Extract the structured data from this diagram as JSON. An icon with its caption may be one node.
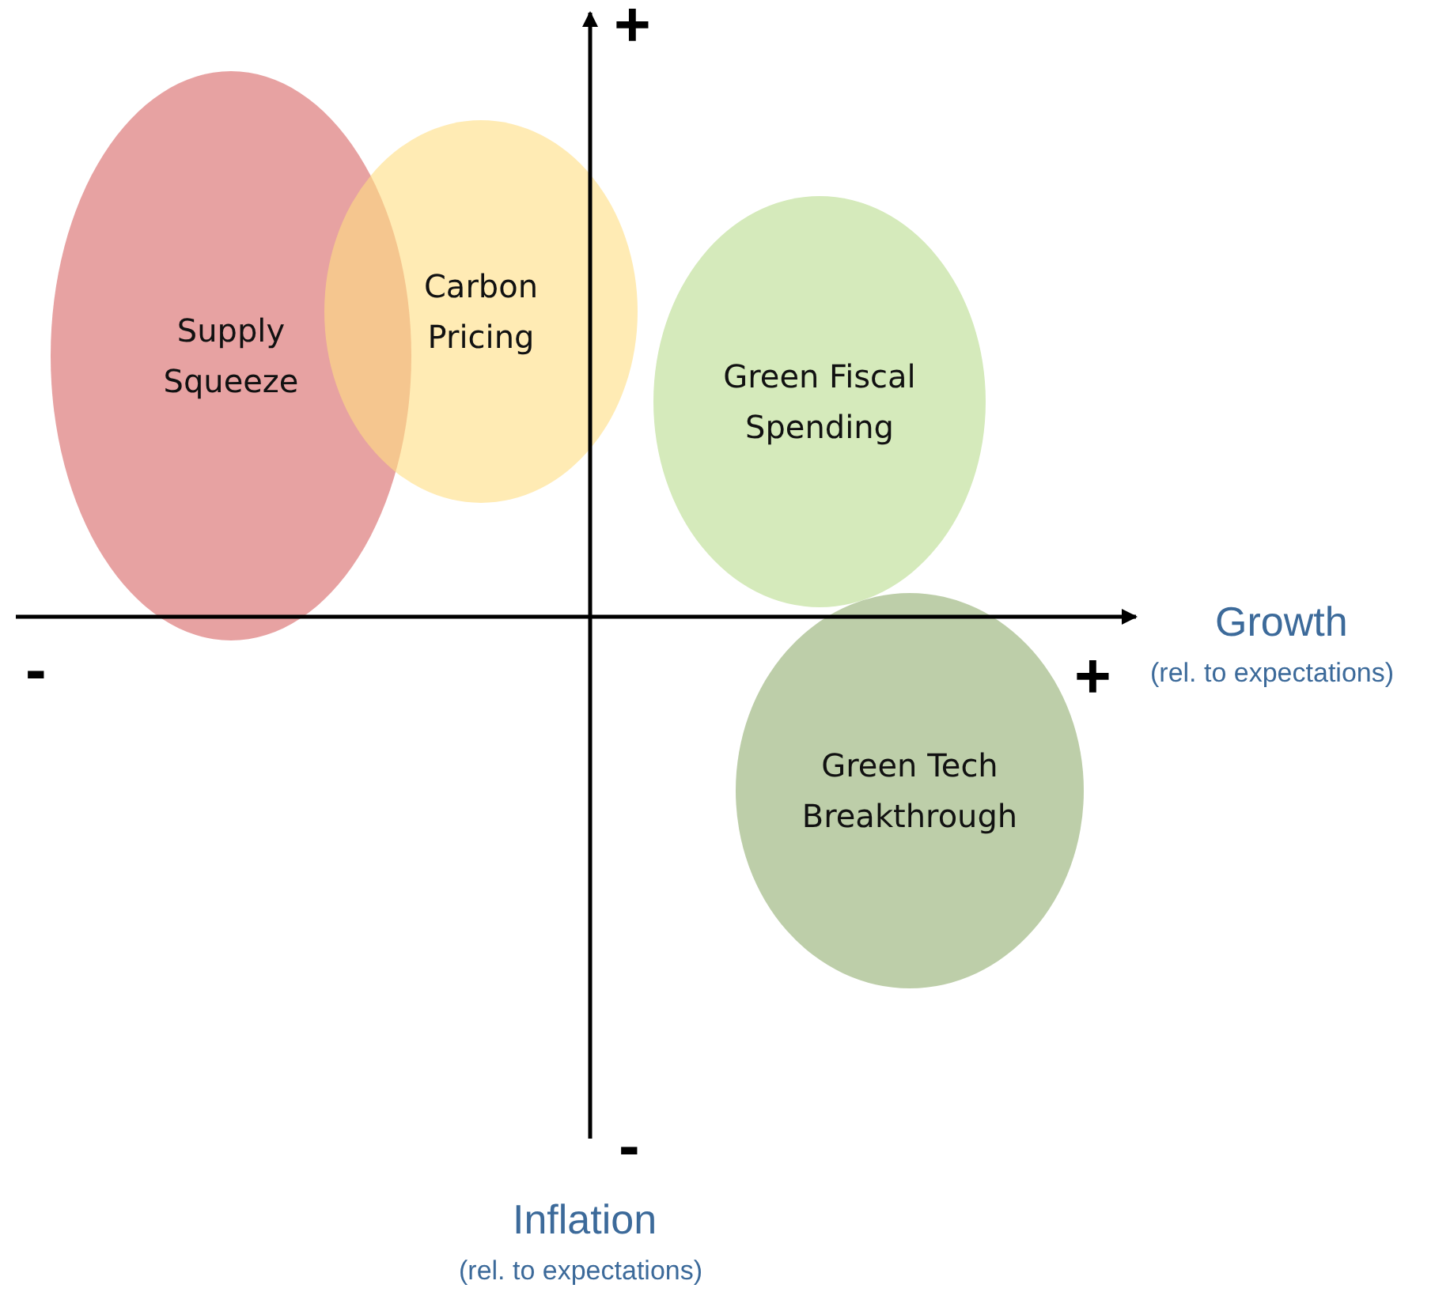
{
  "diagram": {
    "nodes": [
      {
        "text": [
          "Supply Squeeze"
        ]
      },
      {
        "text": [
          "Carbon Pricing"
        ]
      },
      {
        "text": [
          "Green Fiscal Spending"
        ]
      },
      {
        "text": [
          "Green Tech Breakthrough"
        ]
      }
    ],
    "labels": [
      "+",
      "Growth",
      "-",
      "(rel. to expectations)",
      "+",
      "-",
      "Inflation",
      "(rel. to expectations)"
    ]
  }
}
